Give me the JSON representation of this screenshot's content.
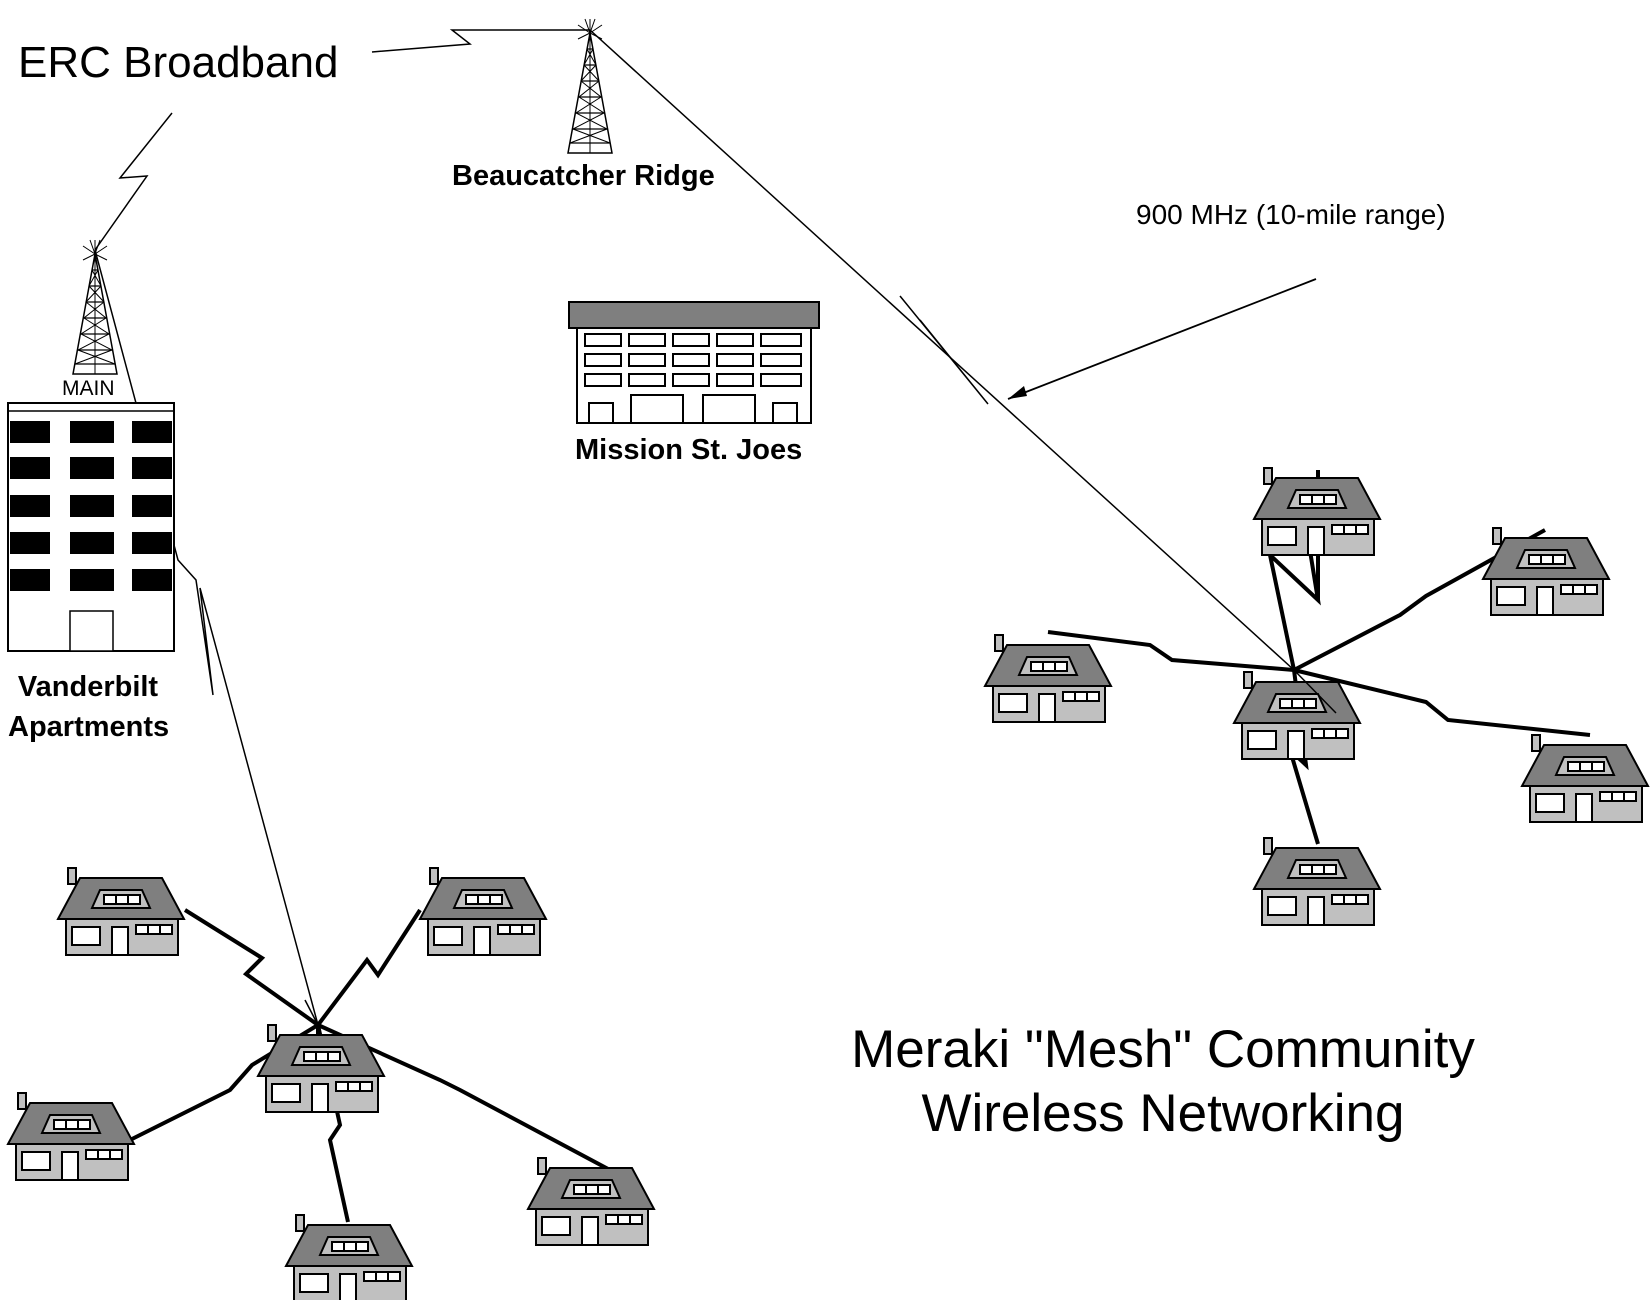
{
  "labels": {
    "erc": "ERC Broadband",
    "ridge": "Beaucatcher Ridge",
    "frequency": "900 MHz (10-mile range)",
    "mission": "Mission St. Joes",
    "vanderbilt_line1": "Vanderbilt",
    "vanderbilt_line2": "Apartments",
    "main": "MAIN",
    "title_line1": "Meraki \"Mesh\" Community",
    "title_line2": "Wireless Networking"
  },
  "icons": {
    "tower": "radio-tower-icon",
    "house": "house-icon",
    "apartment": "apartment-building-icon",
    "hotel": "mission-building-icon"
  },
  "colors": {
    "line": "#000000",
    "roof": "#7f7f7f",
    "wall": "#c0c0c0",
    "background": "#ffffff"
  }
}
